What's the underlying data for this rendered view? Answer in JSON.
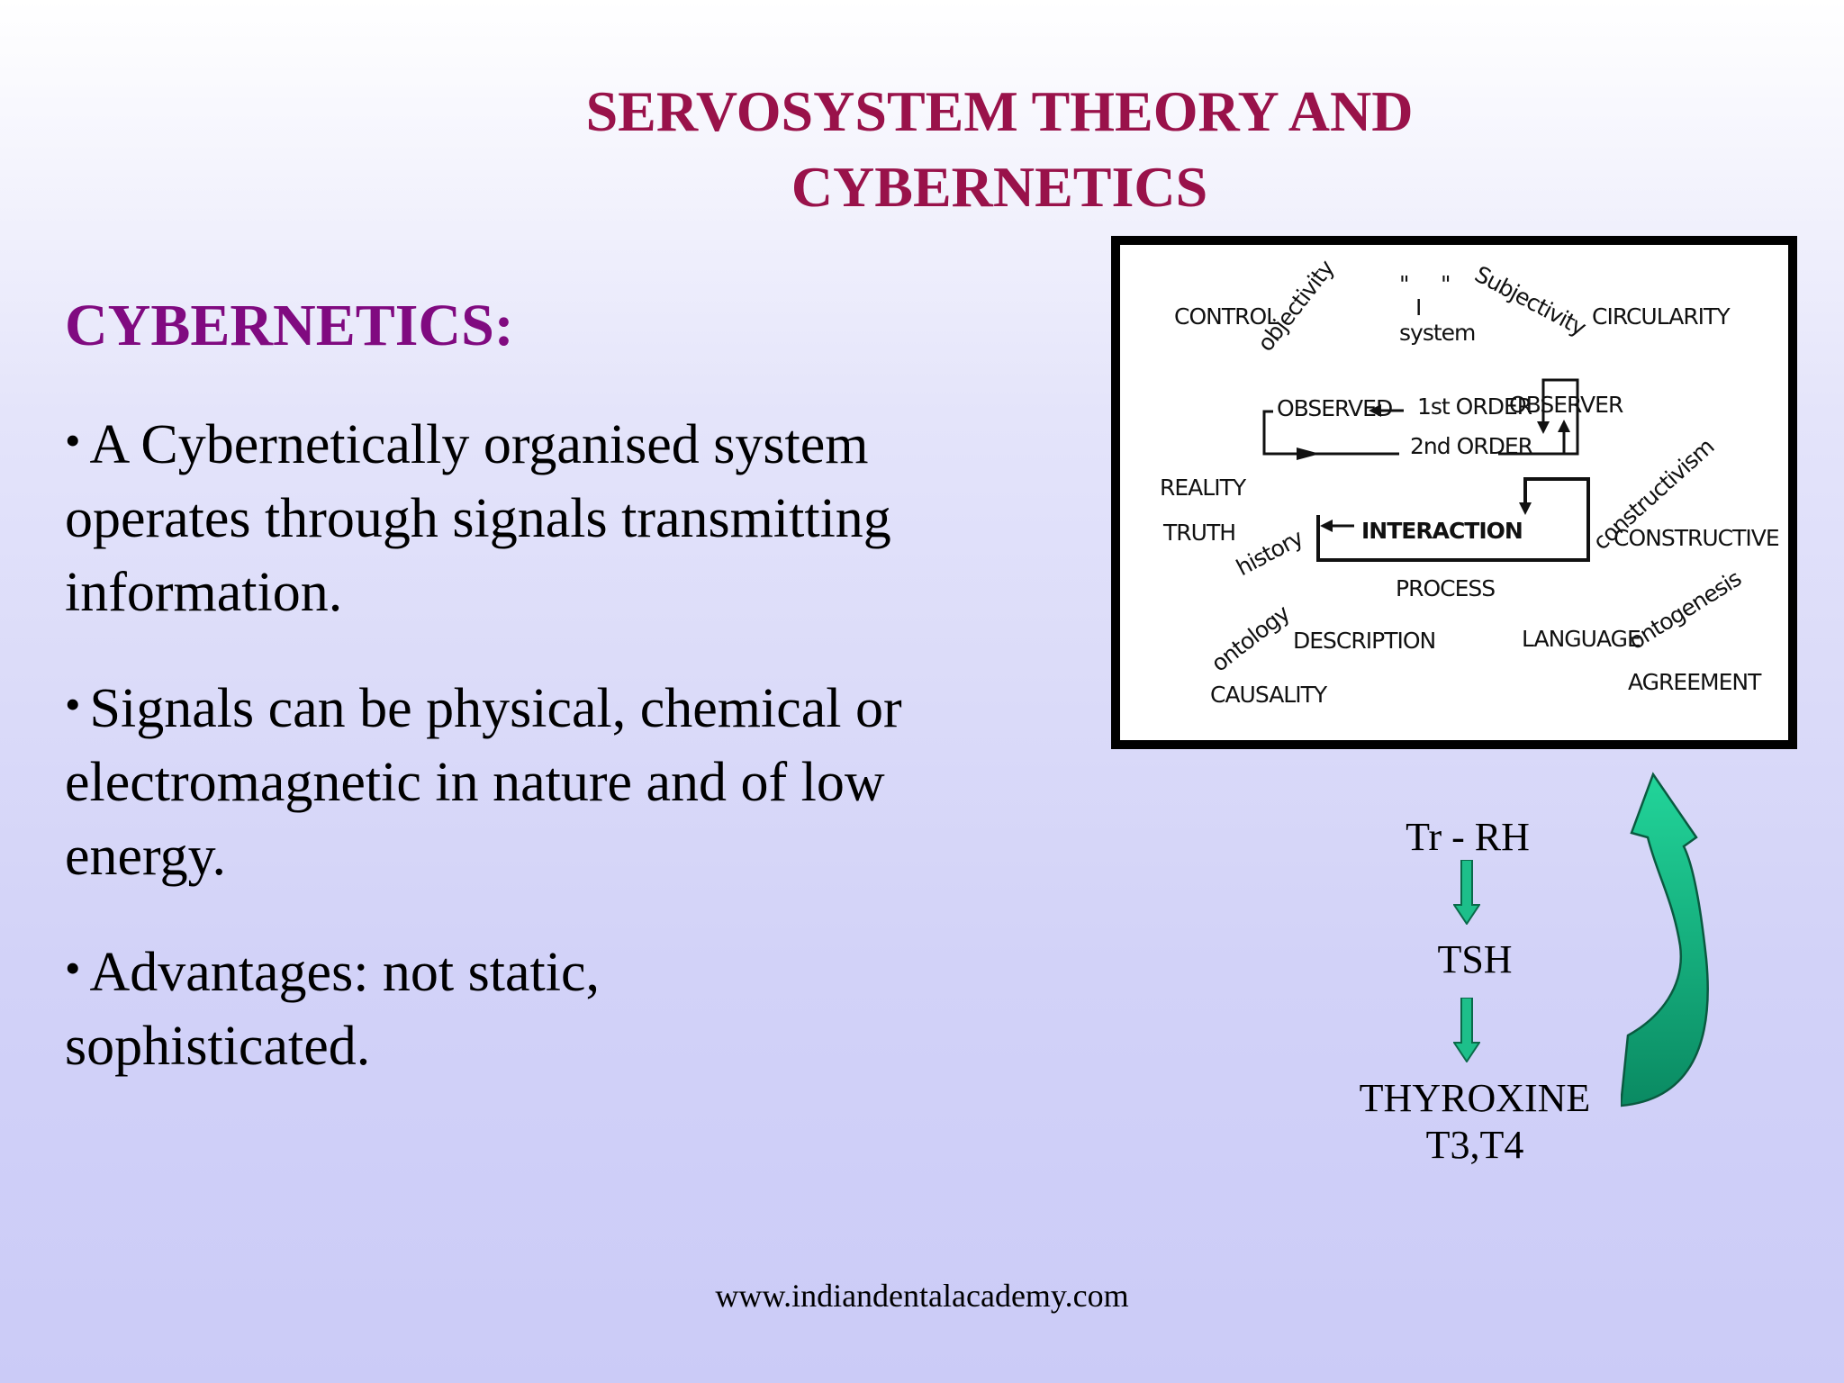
{
  "slide": {
    "title_line1": "SERVOSYSTEM THEORY AND",
    "title_line2": "CYBERNETICS",
    "subheading": "CYBERNETICS:",
    "bullets": [
      {
        "line1": "A Cybernetically organised system",
        "line2": "operates through signals transmitting",
        "line3": "information."
      },
      {
        "line1": "Signals can be physical, chemical or",
        "line2": "electromagnetic in nature and of low",
        "line3": "energy."
      },
      {
        "line1": "Advantages: not static,",
        "line2": "sophisticated."
      }
    ],
    "bullet_glyph": "•",
    "footer": "www.indiandentalacademy.com"
  },
  "sketch": {
    "words": {
      "control": "CONTROL",
      "objectivity": "objectivity",
      "i": "I",
      "system": "system",
      "subjectivity": "Subjectivity",
      "circularity": "CIRCULARITY",
      "observed": "OBSERVED",
      "first_order": "1st ORDER",
      "observer": "OBSERVER",
      "second_order": "2nd ORDER",
      "reality": "REALITY",
      "truth": "TRUTH",
      "history": "history",
      "interaction": "INTERACTION",
      "constructivism": "constructivism",
      "constructive": "CONSTRUCTIVE",
      "process": "PROCESS",
      "ontology": "ontology",
      "description": "DESCRIPTION",
      "causality": "CAUSALITY",
      "language": "LANGUAGE",
      "ontogenesis": "ontogenesis",
      "agreement": "AGREEMENT"
    }
  },
  "flow": {
    "step1": "Tr - RH",
    "step2": "TSH",
    "step3_line1": "THYROXINE",
    "step3_line2": "T3,T4"
  },
  "colors": {
    "title": "#99124a",
    "subheading": "#800a80",
    "arrow_fill": "#1dbf8a",
    "arrow_dark": "#0a7a5a"
  }
}
